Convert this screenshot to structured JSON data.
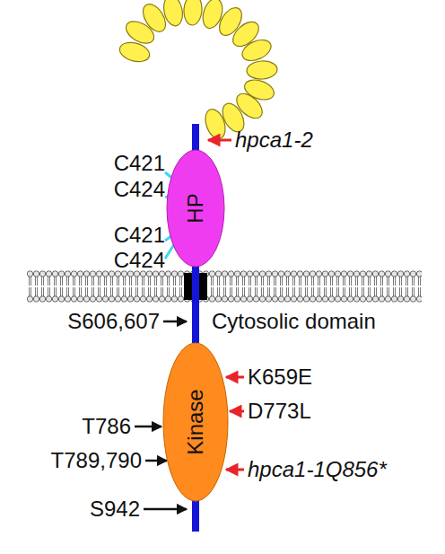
{
  "diagram": {
    "nodes": [
      {
        "text": [
          "HP"
        ]
      },
      {
        "text": [
          "Kinase"
        ]
      }
    ],
    "edges": [
      {
        "from": 0,
        "to": 1,
        "arrow": "none"
      }
    ],
    "labels": [
      "hpca1-2",
      "C421",
      "C424",
      "C421",
      "C424",
      "S606,607",
      "Cytosolic domain",
      "K659E",
      "D773L",
      "T786",
      "T789,790",
      "hpca1-1Q856*",
      "S942"
    ]
  }
}
